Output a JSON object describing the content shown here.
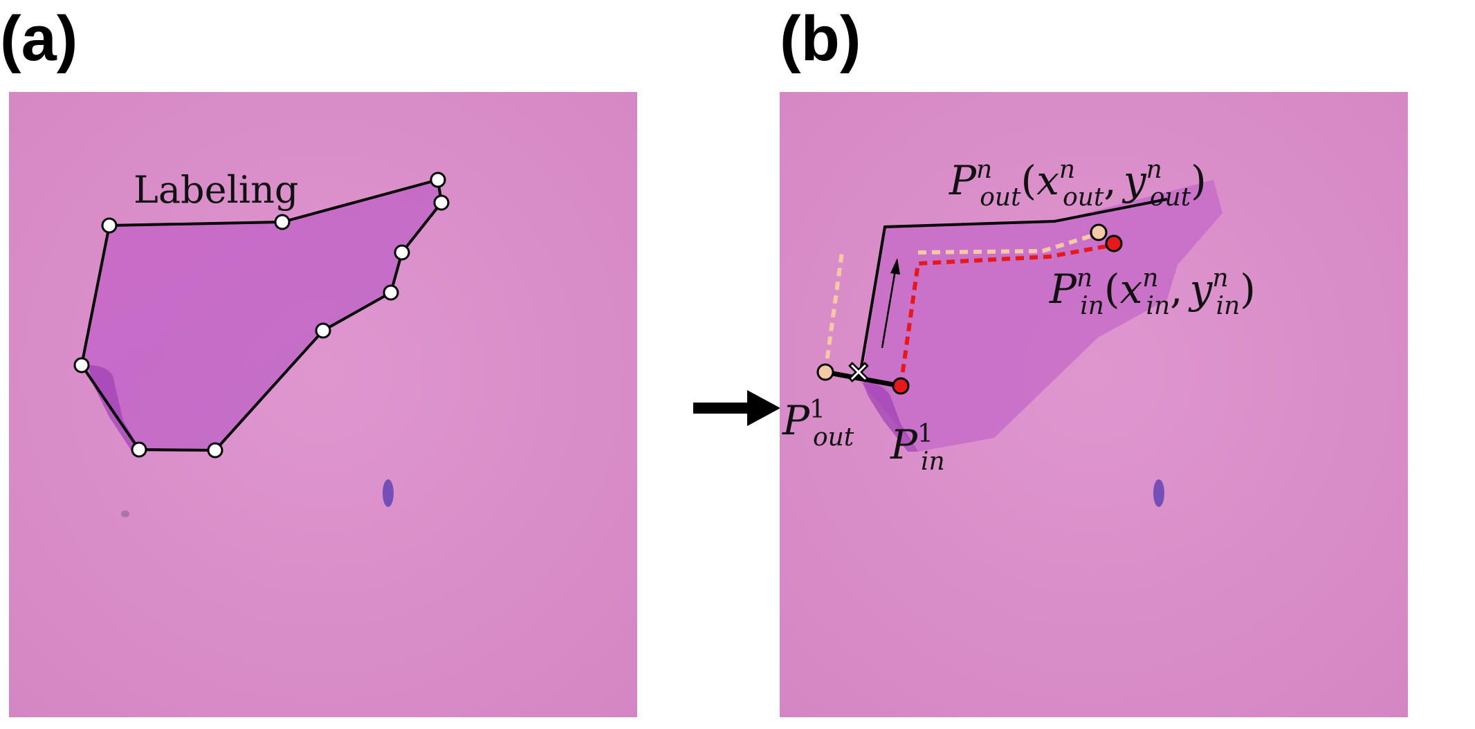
{
  "panels": {
    "a": {
      "label": "(a)",
      "annotation": "Labeling"
    },
    "b": {
      "label": "(b)",
      "p_out_n": {
        "base": "P",
        "sup": "n",
        "sub": "out",
        "open": "(",
        "x": "x",
        "x_sup": "n",
        "x_sub": "out",
        "comma": ",",
        "y": "y",
        "y_sup": "n",
        "y_sub": "out",
        "close": ")"
      },
      "p_in_n": {
        "base": "P",
        "sup": "n",
        "sub": "in",
        "open": "(",
        "x": "x",
        "x_sup": "n",
        "x_sub": "in",
        "comma": ",",
        "y": "y",
        "y_sup": "n",
        "y_sub": "in",
        "close": ")"
      },
      "p_out_1": {
        "base": "P",
        "sup": "1",
        "sub": "out"
      },
      "p_in_1": {
        "base": "P",
        "sup": "1",
        "sub": "in"
      }
    }
  },
  "colors": {
    "substrate": "#d98bc8",
    "flake": "#c56cc9",
    "outline": "#000000",
    "vertex_fill": "#ffffff",
    "outer_point": "#f6c9a6",
    "inner_point": "#e5191b"
  }
}
